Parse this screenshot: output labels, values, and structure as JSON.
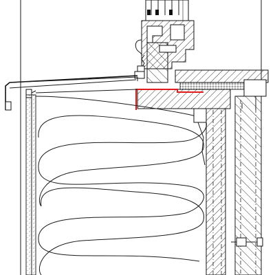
{
  "drawing": {
    "kind": "architectural window sill section detail",
    "colors": {
      "line": "#1a1a1a",
      "seal_highlight": "#e21b1b",
      "background": "#ffffff"
    },
    "components": [
      "window-frame-profile",
      "glazing",
      "sill-flashing",
      "mineral-wool-insulation",
      "timber-sill-board",
      "structural-wall-layers",
      "sealing-tape-highlight"
    ]
  }
}
